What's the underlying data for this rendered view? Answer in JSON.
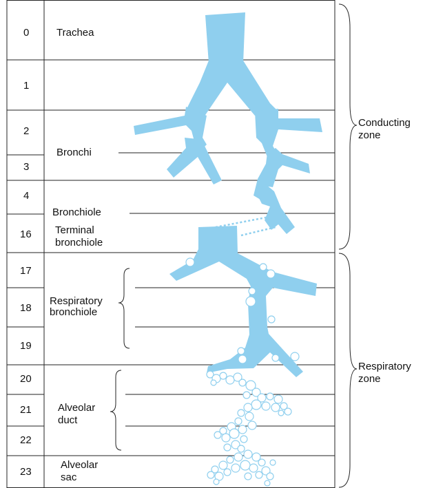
{
  "colors": {
    "airway": "#8fcfee",
    "line": "#222222",
    "alveolus_stroke": "#8fcfee"
  },
  "generations": [
    "0",
    "1",
    "2",
    "3",
    "4",
    "16",
    "17",
    "18",
    "19",
    "20",
    "21",
    "22",
    "23"
  ],
  "labels": {
    "trachea": "Trachea",
    "bronchi": "Bronchi",
    "bronchiole": "Bronchiole",
    "terminal_bronchiole": [
      "Terminal",
      "bronchiole"
    ],
    "respiratory_bronchiole": [
      "Respiratory",
      "bronchiole"
    ],
    "alveolar_duct": [
      "Alveolar",
      "duct"
    ],
    "alveolar_sac": [
      "Alveolar",
      "sac"
    ]
  },
  "zones": {
    "conducting": [
      "Conducting",
      "zone"
    ],
    "respiratory": [
      "Respiratory",
      "zone"
    ]
  }
}
